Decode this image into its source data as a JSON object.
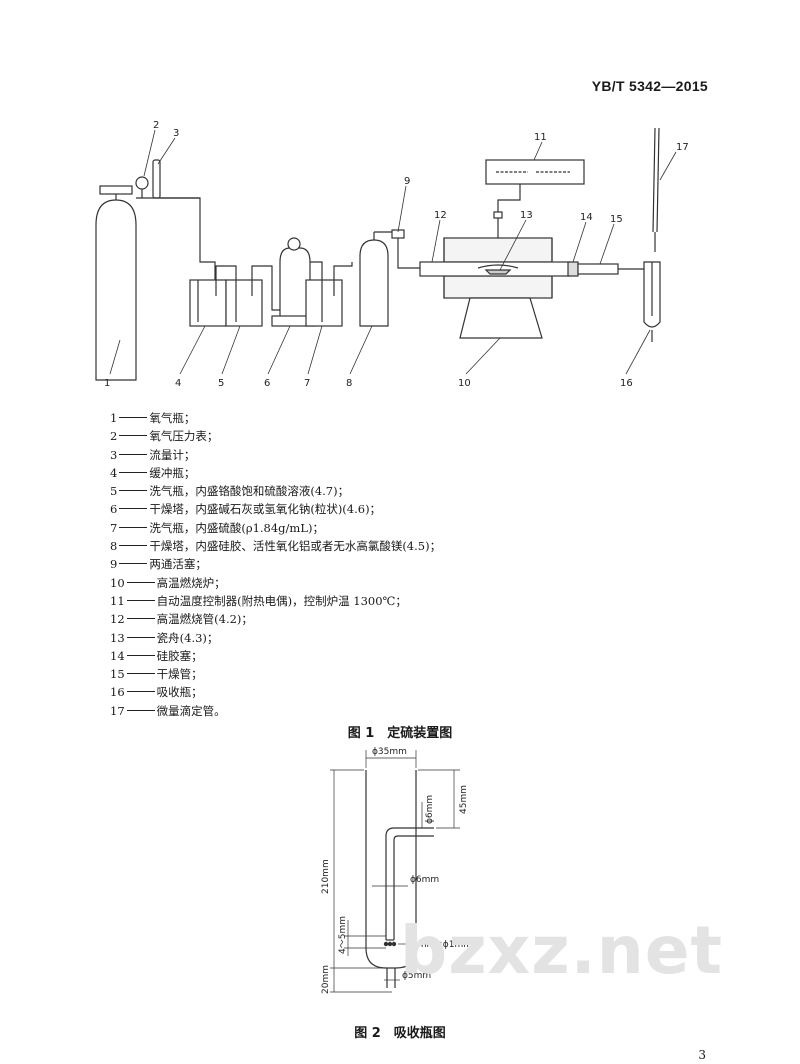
{
  "header": {
    "standard_number": "YB/T 5342—2015"
  },
  "figure1": {
    "caption": "图 1　定硫装置图",
    "callouts": [
      "1",
      "2",
      "3",
      "4",
      "5",
      "6",
      "7",
      "8",
      "9",
      "10",
      "11",
      "12",
      "13",
      "14",
      "15",
      "16",
      "17"
    ],
    "legend": [
      {
        "no": "1",
        "text": "氧气瓶；"
      },
      {
        "no": "2",
        "text": "氧气压力表；"
      },
      {
        "no": "3",
        "text": "流量计；"
      },
      {
        "no": "4",
        "text": "缓冲瓶；"
      },
      {
        "no": "5",
        "text": "洗气瓶，内盛铬酸饱和硫酸溶液(4.7)；"
      },
      {
        "no": "6",
        "text": "干燥塔，内盛碱石灰或氢氧化钠(粒状)(4.6)；"
      },
      {
        "no": "7",
        "text": "洗气瓶，内盛硫酸(ρ1.84g/mL)；"
      },
      {
        "no": "8",
        "text": "干燥塔，内盛硅胶、活性氧化铝或者无水高氯酸镁(4.5)；"
      },
      {
        "no": "9",
        "text": "两通活塞；"
      },
      {
        "no": "10",
        "text": "高温燃烧炉；"
      },
      {
        "no": "11",
        "text": "自动温度控制器(附热电偶)，控制炉温 1300℃；"
      },
      {
        "no": "12",
        "text": "高温燃烧管(4.2)；"
      },
      {
        "no": "13",
        "text": "瓷舟(4.3)；"
      },
      {
        "no": "14",
        "text": "硅胶塞；"
      },
      {
        "no": "15",
        "text": "干燥管；"
      },
      {
        "no": "16",
        "text": "吸收瓶；"
      },
      {
        "no": "17",
        "text": "微量滴定管。"
      }
    ]
  },
  "figure2": {
    "caption": "图 2　吸收瓶图",
    "dimensions": {
      "top_diameter": "ϕ35mm",
      "total_height": "210mm",
      "top_length": "45mm",
      "inlet_diameter_top": "ϕ6mm",
      "tube_diameter": "ϕ6mm",
      "gap": "4～5mm",
      "holes": "7mm×ϕ1mm",
      "bottom_height": "20mm",
      "outlet_diameter": "ϕ5mm"
    }
  },
  "watermark": "bzxz.net",
  "page_number": "3"
}
